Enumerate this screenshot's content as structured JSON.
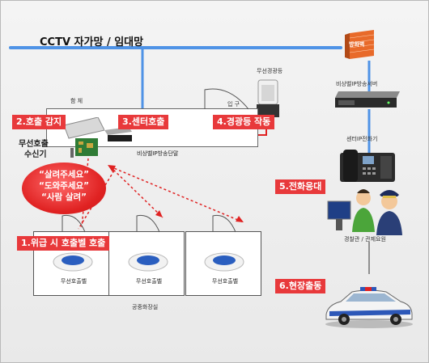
{
  "network_label": "CCTV 자가망 / 임대망",
  "firewall_label": "방화벽",
  "broadcast_server_label": "비상벨IP방송서버",
  "center_phone_label": "센터IP전화기",
  "police_label": "경찰관 / 관제요원",
  "siren_label": "무선경광등",
  "entrance_label": "입 구",
  "hamje_label": "함 체",
  "receiver_label_line1": "무선호출",
  "receiver_label_line2": "수신기",
  "terminal_label": "비상벨IP방송단말",
  "restroom_label": "공중화장실",
  "shouts": [
    "“살려주세요”",
    "“도와주세요”",
    "“사람 살려”"
  ],
  "call_buttons": [
    {
      "label": "무선호출벨"
    },
    {
      "label": "무선호출벨"
    },
    {
      "label": "무선호출벨"
    }
  ],
  "steps": [
    {
      "label": "1.위급 시 호출벨 호출"
    },
    {
      "label": "2.호출 감지"
    },
    {
      "label": "3.센터호출"
    },
    {
      "label": "4.경광등 작동"
    },
    {
      "label": "5.전화응대"
    },
    {
      "label": "6.현장출동"
    }
  ],
  "colors": {
    "step_red": "#e8393b",
    "network_blue": "#4f93e6",
    "alert_red": "#e02222",
    "firewall_orange": "#e86a2a",
    "police_car_blue": "#2d58b8"
  }
}
